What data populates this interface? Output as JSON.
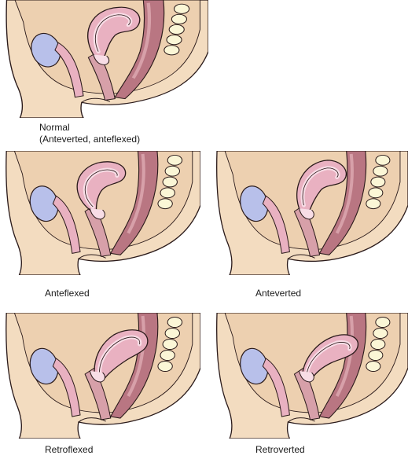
{
  "figure": {
    "panels": [
      {
        "id": "normal",
        "caption_line1": "Normal",
        "caption_line2": "(Anteverted, anteflexed)"
      },
      {
        "id": "anteflexed",
        "caption_line1": "Anteflexed"
      },
      {
        "id": "anteverted",
        "caption_line1": "Anteverted"
      },
      {
        "id": "retroflexed",
        "caption_line1": "Retroflexed"
      },
      {
        "id": "retroverted",
        "caption_line1": "Retroverted"
      }
    ]
  },
  "colors": {
    "skin": "#f3dcc0",
    "skin_shadow": "#e7c7a3",
    "uterus": "#e9b1c1",
    "uterus_cavity": "#f8dde6",
    "rectum": "#b97682",
    "rectum_light": "#d7a0a9",
    "bladder": "#b8c0ea",
    "sacrum": "#fbf6d6",
    "outline": "#2a1a1a"
  }
}
